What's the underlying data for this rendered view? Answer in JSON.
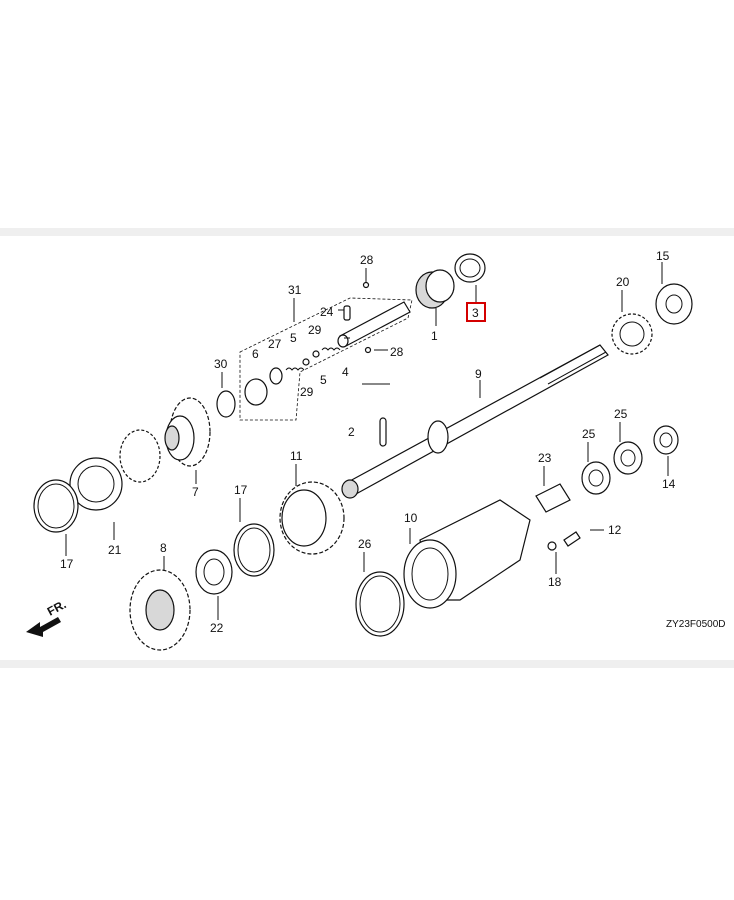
{
  "diagram": {
    "highlight_color": "#d40000",
    "line_color": "#111111",
    "band_color": "#efefef",
    "direction_label": "FR.",
    "code": "ZY23F0500D",
    "callouts": [
      "28",
      "31",
      "24",
      "29",
      "27",
      "5",
      "28",
      "4",
      "6",
      "29",
      "5",
      "30",
      "7",
      "2",
      "1",
      "3",
      "9",
      "11",
      "17",
      "21",
      "8",
      "22",
      "26",
      "10",
      "23",
      "25",
      "25",
      "20",
      "15",
      "14",
      "12",
      "18",
      "17"
    ],
    "highlighted_callout": "3"
  }
}
